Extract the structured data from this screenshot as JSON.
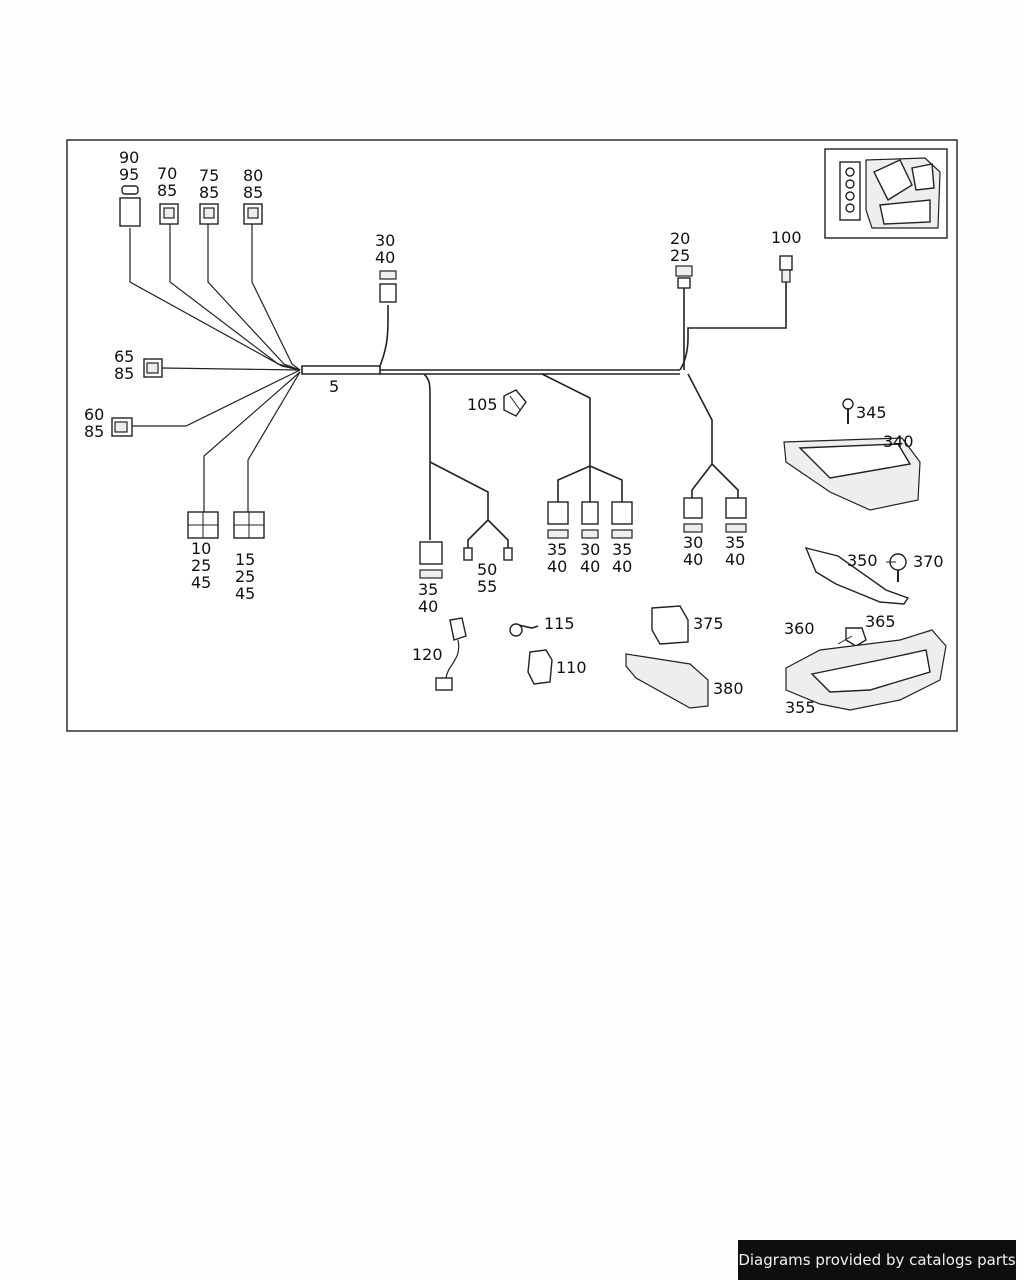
{
  "diagram": {
    "callouts": {
      "c5": "5",
      "c10_25_45": [
        "10",
        "25",
        "45"
      ],
      "c15_25_45": [
        "15",
        "25",
        "45"
      ],
      "c20_25": [
        "20",
        "25"
      ],
      "c30_40_top": [
        "30",
        "40"
      ],
      "c35_40_a": [
        "35",
        "40"
      ],
      "c35_40_b": [
        "35",
        "40"
      ],
      "c30_40_c": [
        "30",
        "40"
      ],
      "c35_40_d": [
        "35",
        "40"
      ],
      "c30_40_e": [
        "30",
        "40"
      ],
      "c35_40_f": [
        "35",
        "40"
      ],
      "c50_55": [
        "50",
        "55"
      ],
      "c60_85": [
        "60",
        "85"
      ],
      "c65_85": [
        "65",
        "85"
      ],
      "c70_85": [
        "70",
        "85"
      ],
      "c75_85": [
        "75",
        "85"
      ],
      "c80_85": [
        "80",
        "85"
      ],
      "c90_95": [
        "90",
        "95"
      ],
      "c100": "100",
      "c105": "105",
      "c110": "110",
      "c115": "115",
      "c120": "120",
      "c340": "340",
      "c345": "345",
      "c350": "350",
      "c355": "355",
      "c360": "360",
      "c365": "365",
      "c370": "370",
      "c375": "375",
      "c380": "380"
    }
  },
  "footer": {
    "credit": "Diagrams provided by catalogs parts"
  },
  "colors": {
    "line": "#222222",
    "footer_bg": "#0e0e0e",
    "footer_text": "#f2f2f2"
  }
}
